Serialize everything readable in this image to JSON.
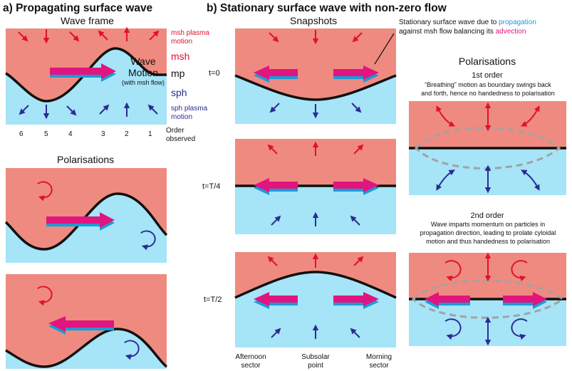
{
  "titles": {
    "panel_a": "a) Propagating surface wave",
    "panel_b": "b) Stationary surface wave with non-zero flow"
  },
  "wave_frame": {
    "title": "Wave frame",
    "msh_plasma": [
      "msh plasma",
      "motion"
    ],
    "msh": "msh",
    "mp": "mp",
    "sph": "sph",
    "sph_plasma": [
      "sph plasma",
      "motion"
    ],
    "wave_motion": [
      "Wave",
      "Motion"
    ],
    "wave_motion_sub": "(with msh flow)",
    "order_numbers": [
      "6",
      "5",
      "4",
      "3",
      "2",
      "1"
    ],
    "order_label": [
      "Order",
      "observed"
    ]
  },
  "polarisations_a": {
    "title": "Polarisations"
  },
  "snapshots": {
    "title": "Snapshots",
    "annotation": {
      "line1": "Stationary surface wave due to ",
      "line1_highlight": "propagation",
      "line2": "against msh flow balancing its ",
      "line2_highlight": "advection"
    },
    "times": [
      "t=0",
      "t=T/4",
      "t=T/2"
    ],
    "sectors": {
      "afternoon": [
        "Afternoon",
        "sector"
      ],
      "subsolar": [
        "Subsolar",
        "point"
      ],
      "morning": [
        "Morning",
        "sector"
      ]
    }
  },
  "polarisations_b": {
    "title": "Polarisations",
    "first": {
      "title": "1st order",
      "desc": [
        "“Breathing” motion as boundary swings back",
        "and forth, hence no handedness to polarisation"
      ]
    },
    "second": {
      "title": "2nd order",
      "desc": [
        "Wave imparts momentum on particles in",
        "propagation direction, leading to prolate cyloidal",
        "motion and thus handedness to polarisation"
      ]
    }
  },
  "colors": {
    "msh_fill": "#ef8a80",
    "sph_fill": "#a6e4f7",
    "red_arrow": "#e0112c",
    "navy_arrow": "#2b2b96",
    "magenta": "#e0157f",
    "cyan": "#1a9bd7",
    "boundary": "#111111",
    "dashed": "#a2a2a2"
  }
}
